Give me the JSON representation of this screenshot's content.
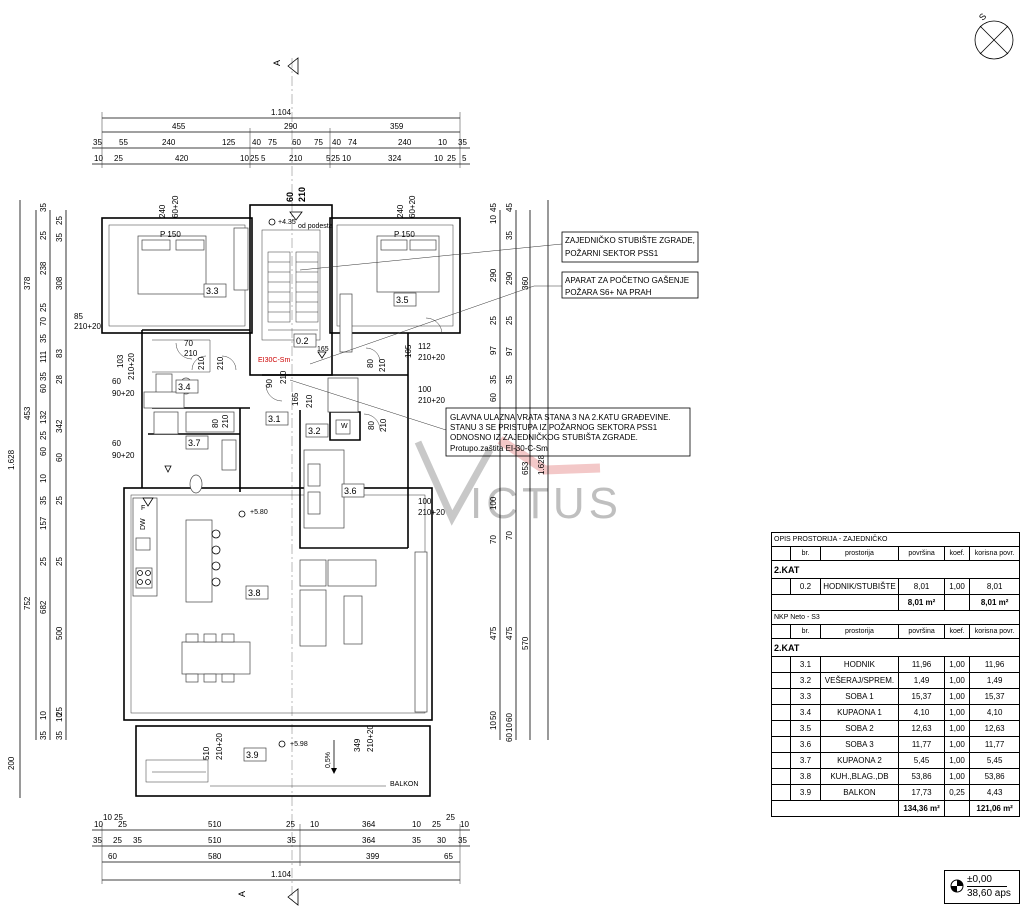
{
  "dims_top": {
    "total": "1.104",
    "row1": [
      "455",
      "290",
      "359"
    ],
    "row2": [
      "35",
      "55",
      "240",
      "125",
      "40",
      "75",
      "60",
      "75",
      "40",
      "74",
      "240",
      "10",
      "35"
    ],
    "row3": [
      "10",
      "25",
      "420",
      "10",
      "25",
      "5",
      "210",
      "5",
      "25",
      "10",
      "324",
      "10",
      "25",
      "5"
    ]
  },
  "dims_bottom": {
    "row1": [
      "10",
      "25",
      "10",
      "25",
      "510",
      "25",
      "10",
      "364",
      "10",
      "25",
      "25",
      "10"
    ],
    "row2": [
      "35",
      "25",
      "35",
      "510",
      "35",
      "364",
      "35",
      "30",
      "35"
    ],
    "row3": [
      "60",
      "580",
      "399",
      "65"
    ],
    "total": "1.104"
  },
  "dims_left": {
    "total": "1.628",
    "a": [
      "378",
      "453",
      "752",
      "200"
    ],
    "b": [
      "35",
      "25",
      "238",
      "25",
      "70",
      "35",
      "111",
      "35",
      "60",
      "132",
      "25",
      "60",
      "10",
      "35",
      "157",
      "25",
      "682",
      "10",
      "35"
    ],
    "c": [
      "35",
      "25",
      "308",
      "83",
      "28",
      "342",
      "60",
      "25",
      "25",
      "500",
      "10",
      "25",
      "35"
    ]
  },
  "dims_right": {
    "total": "1.628",
    "a": [
      "360",
      "653",
      "570"
    ],
    "b": [
      "45",
      "10",
      "290",
      "25",
      "97",
      "35",
      "60",
      "100",
      "70",
      "475",
      "10",
      "50",
      "60"
    ],
    "c": [
      "45",
      "35",
      "290",
      "25",
      "97",
      "35",
      "70",
      "475",
      "60",
      "10"
    ]
  },
  "rooms": [
    {
      "id": "3.3"
    },
    {
      "id": "3.5"
    },
    {
      "id": "0.2"
    },
    {
      "id": "3.4"
    },
    {
      "id": "3.1"
    },
    {
      "id": "3.2"
    },
    {
      "id": "3.7"
    },
    {
      "id": "3.6"
    },
    {
      "id": "3.8"
    },
    {
      "id": "3.9"
    }
  ],
  "openings": {
    "bed_left": [
      "240",
      "60+20"
    ],
    "bed_right": [
      "240",
      "60+20"
    ],
    "stair_top": [
      "60",
      "210"
    ],
    "win_left_85": [
      "85",
      "210+20"
    ],
    "win_103": [
      "103",
      "210+20"
    ],
    "d_70": [
      "70",
      "210"
    ],
    "d_210a": [
      "210"
    ],
    "d_210b": [
      "210"
    ],
    "d_60a": [
      "60",
      "90+20"
    ],
    "d_60b": [
      "60",
      "90+20"
    ],
    "d_80a": [
      "80",
      "210"
    ],
    "d_80b": [
      "80",
      "210"
    ],
    "d_90": [
      "90",
      "210"
    ],
    "d_165": [
      "165",
      "210"
    ],
    "d_80c": [
      "80",
      "210"
    ],
    "win_112": [
      "112",
      "210+20"
    ],
    "win_105": [
      "105"
    ],
    "win_100a": [
      "100",
      "210+20"
    ],
    "win_100b": [
      "100",
      "210+20"
    ],
    "win_510": [
      "510",
      "210+20"
    ],
    "win_349": [
      "349",
      "210+20"
    ]
  },
  "labels": {
    "bed_left": "P 150",
    "bed_right": "P 150",
    "level_top": "+4.35",
    "od_podesta": "od podesta",
    "ei_door": "EI30C-Sm",
    "level_living": "+5.80",
    "level_balcony": "+5.98",
    "slope": "0,5%",
    "balkon": "BALKON",
    "dw": "DW",
    "f": "F",
    "w": "W",
    "section_a": "A",
    "north": "S"
  },
  "notes": {
    "stair": [
      "ZAJEDNIČKO STUBIŠTE ZGRADE,",
      "POŽARNI SEKTOR PSS1"
    ],
    "apparatus": [
      "APARAT ZA POČETNO GAŠENJE",
      "POŽARA S6+ NA PRAH"
    ],
    "entrance": [
      "GLAVNA ULAZNA VRATA STANA 3 NA 2.KATU GRAĐEVINE.",
      "STANU 3 SE PRISTUPA IZ POŽARNOG SEKTORA PSS1",
      "ODNOSNO IZ ZAJEDNIČKOG STUBIŠTA ZGRADE.",
      "Protupo.zaštita EI-30-C-Sm"
    ]
  },
  "watermark": {
    "text": "ICTUS"
  },
  "table": {
    "caption1": "OPIS PROSTORIJA - ZAJEDNIČKO",
    "headers": [
      "br.",
      "prostorija",
      "površina",
      "koef.",
      "korisna povr."
    ],
    "section1": "2.KAT",
    "rows1": [
      {
        "no": "0.2",
        "name": "HODNIK/STUBIŠTE",
        "area": "8,01",
        "coef": "1,00",
        "useful": "8,01"
      }
    ],
    "total1": {
      "area": "8,01 m²",
      "useful": "8,01 m²"
    },
    "caption2": "NKP Neto - S3",
    "section2": "2.KAT",
    "rows2": [
      {
        "no": "3.1",
        "name": "HODNIK",
        "area": "11,96",
        "coef": "1,00",
        "useful": "11,96"
      },
      {
        "no": "3.2",
        "name": "VEŠERAJ/SPREM.",
        "area": "1,49",
        "coef": "1,00",
        "useful": "1,49"
      },
      {
        "no": "3.3",
        "name": "SOBA 1",
        "area": "15,37",
        "coef": "1,00",
        "useful": "15,37"
      },
      {
        "no": "3.4",
        "name": "KUPAONA 1",
        "area": "4,10",
        "coef": "1,00",
        "useful": "4,10"
      },
      {
        "no": "3.5",
        "name": "SOBA 2",
        "area": "12,63",
        "coef": "1,00",
        "useful": "12,63"
      },
      {
        "no": "3.6",
        "name": "SOBA 3",
        "area": "11,77",
        "coef": "1,00",
        "useful": "11,77"
      },
      {
        "no": "3.7",
        "name": "KUPAONA 2",
        "area": "5,45",
        "coef": "1,00",
        "useful": "5,45"
      },
      {
        "no": "3.8",
        "name": "KUH.,BLAG.,DB",
        "area": "53,86",
        "coef": "1,00",
        "useful": "53,86"
      },
      {
        "no": "3.9",
        "name": "BALKON",
        "area": "17,73",
        "coef": "0,25",
        "useful": "4,43"
      }
    ],
    "total2": {
      "area": "134,36 m²",
      "useful": "121,06 m²"
    }
  },
  "level_box": {
    "line1": "±0,00",
    "line2": "38,60 aps"
  }
}
